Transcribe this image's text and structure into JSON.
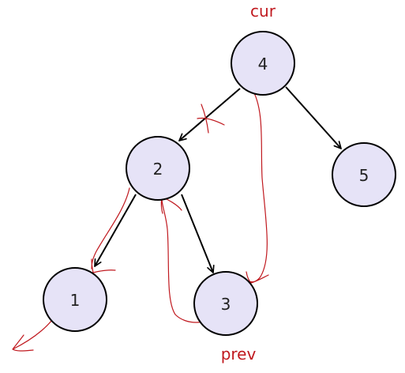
{
  "labels": {
    "cur": "cur",
    "prev": "prev"
  },
  "nodes": {
    "n4": "4",
    "n2": "2",
    "n5": "5",
    "n1": "1",
    "n3": "3"
  },
  "colors": {
    "node_fill": "#e6e3f7",
    "edge": "#000000",
    "annotation": "#c0191f"
  }
}
